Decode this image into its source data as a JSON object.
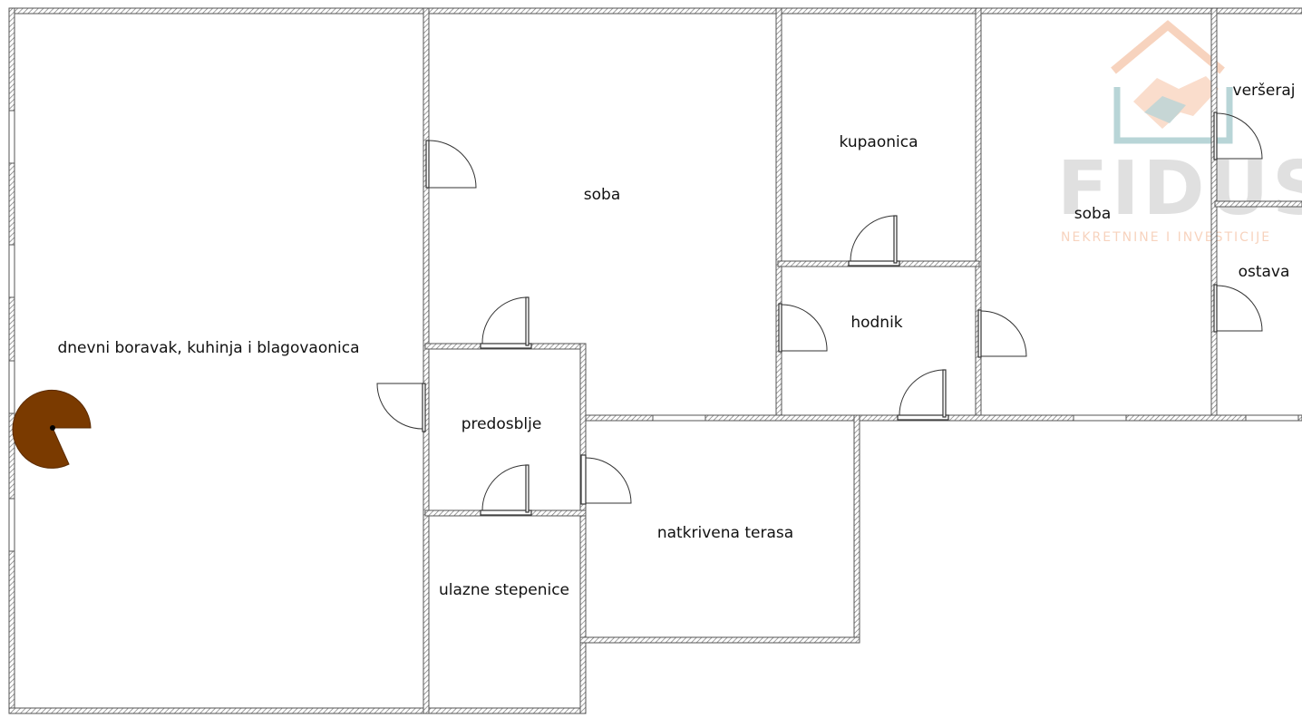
{
  "rooms": {
    "living": "dnevni boravak, kuhinja i blagovaonica",
    "room1": "soba",
    "bathroom": "kupaonica",
    "room2": "soba",
    "balcony": "veršeraj",
    "storage": "ostava",
    "hallway": "hodnik",
    "entrance_hall": "predosblje",
    "entrance_stairs": "ulazne stepenice",
    "covered_terrace": "natkrivena terasa"
  },
  "watermark": {
    "brand": "FIDUS",
    "tagline": "NEKRETNINE I INVESTICIJE"
  },
  "colors": {
    "wall_outline": "#555555",
    "stair_marker": "#7a3a00",
    "watermark_gray": "#c8c8c8",
    "watermark_orange": "#f2b08a",
    "watermark_teal": "#7fb3b8"
  }
}
